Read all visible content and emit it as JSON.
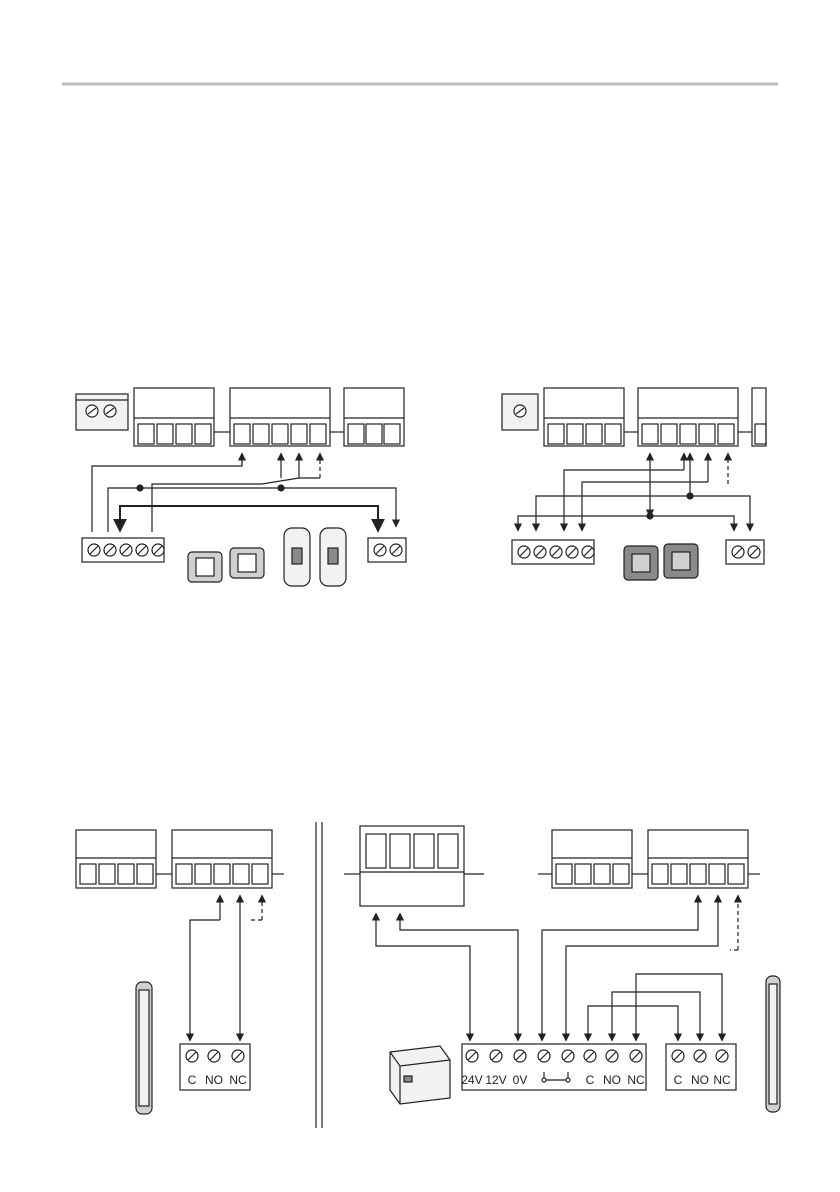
{
  "header": {
    "rule": "top-divider"
  },
  "wiring_1": {
    "title": "",
    "devices": [
      "photocell-transmitter",
      "photocell-receiver"
    ]
  },
  "wiring_2": {
    "title": "",
    "devices": [
      "photocell-pair"
    ]
  },
  "wiring_3": {
    "title": "",
    "device_terminals": [
      "C",
      "NO",
      "NC"
    ]
  },
  "wiring_4": {
    "title": "",
    "module_terminals": [
      "24V",
      "12V",
      "0V",
      "",
      "",
      "C",
      "NO",
      "NC"
    ],
    "edge_terminals": [
      "C",
      "NO",
      "NC"
    ]
  },
  "colors": {
    "line": "#222222",
    "fill_light": "#f2f2f2",
    "fill_mid": "#d0d0d0",
    "fill_dark": "#8a8a8a",
    "rule": "#bcbcbc"
  }
}
